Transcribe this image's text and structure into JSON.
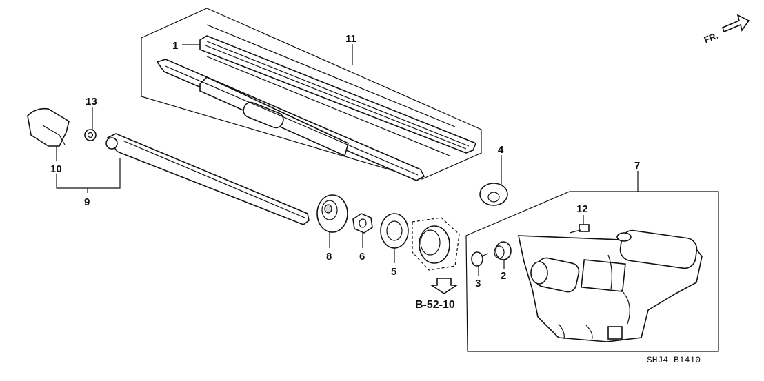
{
  "callouts": {
    "c1": "1",
    "c2": "2",
    "c3": "3",
    "c4": "4",
    "c5": "5",
    "c6": "6",
    "c7": "7",
    "c8": "8",
    "c9": "9",
    "c10": "10",
    "c11": "11",
    "c12": "12",
    "c13": "13"
  },
  "reference": "B-52-10",
  "direction_label": "FR.",
  "diagram_code": "SHJ4-B1410"
}
